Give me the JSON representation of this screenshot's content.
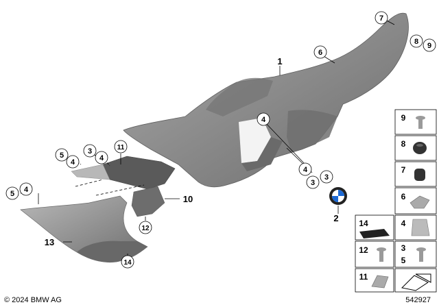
{
  "callouts": {
    "c1": "1",
    "c2": "2",
    "c3a": "3",
    "c3b": "3",
    "c3c": "3",
    "c4a": "4",
    "c4b": "4",
    "c4c": "4",
    "c4d": "4",
    "c4e": "4",
    "c5a": "5",
    "c5b": "5",
    "c6": "6",
    "c7": "7",
    "c8": "8",
    "c9": "9",
    "c10": "10",
    "c11": "11",
    "c12": "12",
    "c13": "13",
    "c14": "14"
  },
  "legend": {
    "k9": "9",
    "k8": "8",
    "k7": "7",
    "k6": "6",
    "k14": "14",
    "k4": "4",
    "k12": "12",
    "k3": "3",
    "k5": "5",
    "k11": "11"
  },
  "footer": {
    "copyright": "© 2024 BMW AG",
    "diagram_number": "542927"
  },
  "colors": {
    "part_fill": "#8e8e8e",
    "part_dark": "#5b5b5b",
    "part_light": "#b4b4b4",
    "box_border": "#000000"
  }
}
